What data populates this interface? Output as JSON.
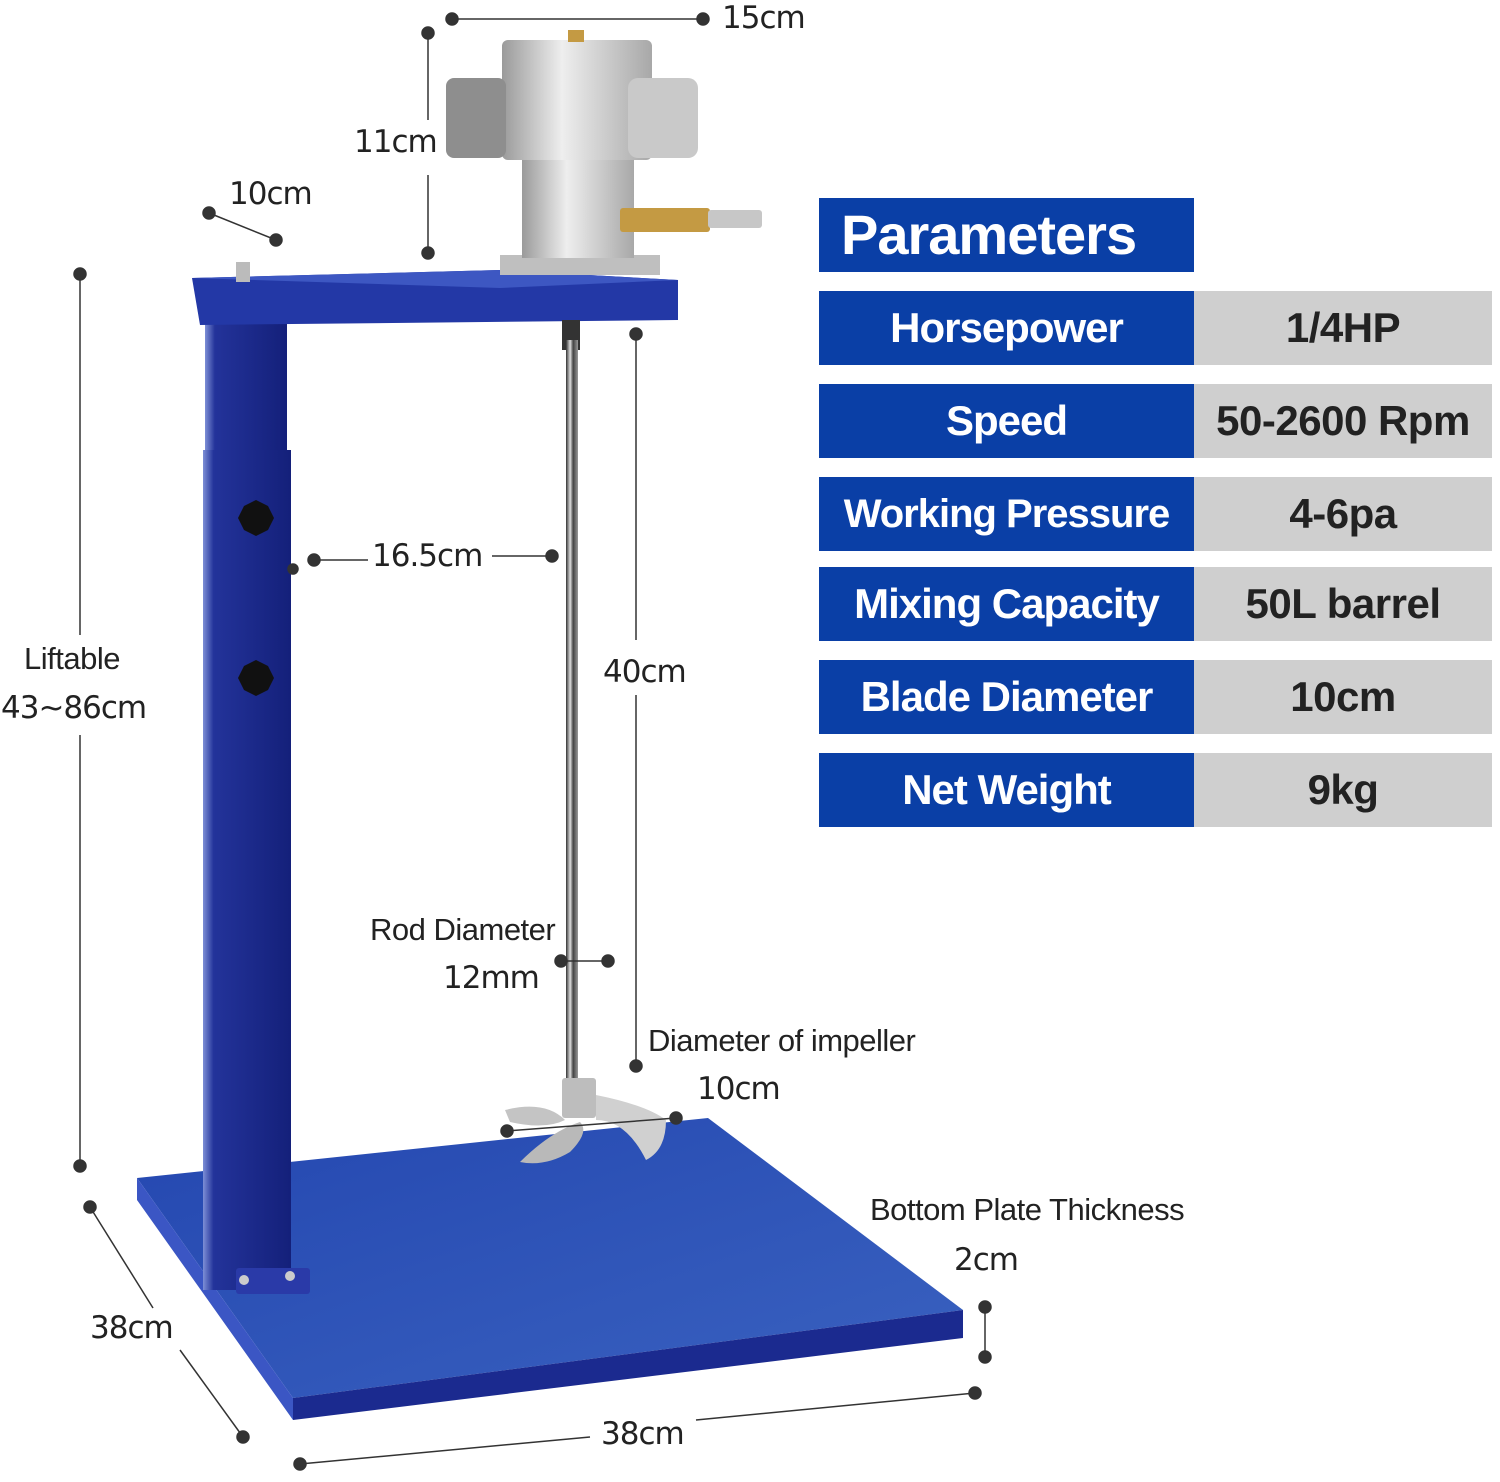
{
  "product": {
    "type": "Pneumatic mixer with liftable stand",
    "colors": {
      "frame_blue": "#1a2f99",
      "plate_blue": "#2e55b8",
      "table_blue": "#0a3fa6",
      "table_grey": "#cfcfcf",
      "motor_silver": "#c8c8c8"
    }
  },
  "dimensions": {
    "motor_width": "15cm",
    "motor_height": "11cm",
    "arm_depth": "10cm",
    "liftable_label": "Liftable",
    "liftable_range": "43~86cm",
    "arm_reach": "16.5cm",
    "rod_length": "40cm",
    "rod_diameter_label": "Rod Diameter",
    "rod_diameter_value": "12mm",
    "impeller_label": "Diameter of impeller",
    "impeller_value": "10cm",
    "plate_thickness_label": "Bottom Plate Thickness",
    "plate_thickness_value": "2cm",
    "plate_depth": "38cm",
    "plate_width": "38cm"
  },
  "parameters": {
    "title": "Parameters",
    "rows": [
      {
        "key": "Horsepower",
        "value": "1/4HP"
      },
      {
        "key": "Speed",
        "value": "50-2600 Rpm"
      },
      {
        "key": "Working Pressure",
        "value": "4-6pa"
      },
      {
        "key": "Mixing Capacity",
        "value": "50L barrel"
      },
      {
        "key": "Blade Diameter",
        "value": "10cm"
      },
      {
        "key": "Net Weight",
        "value": "9kg"
      }
    ]
  }
}
